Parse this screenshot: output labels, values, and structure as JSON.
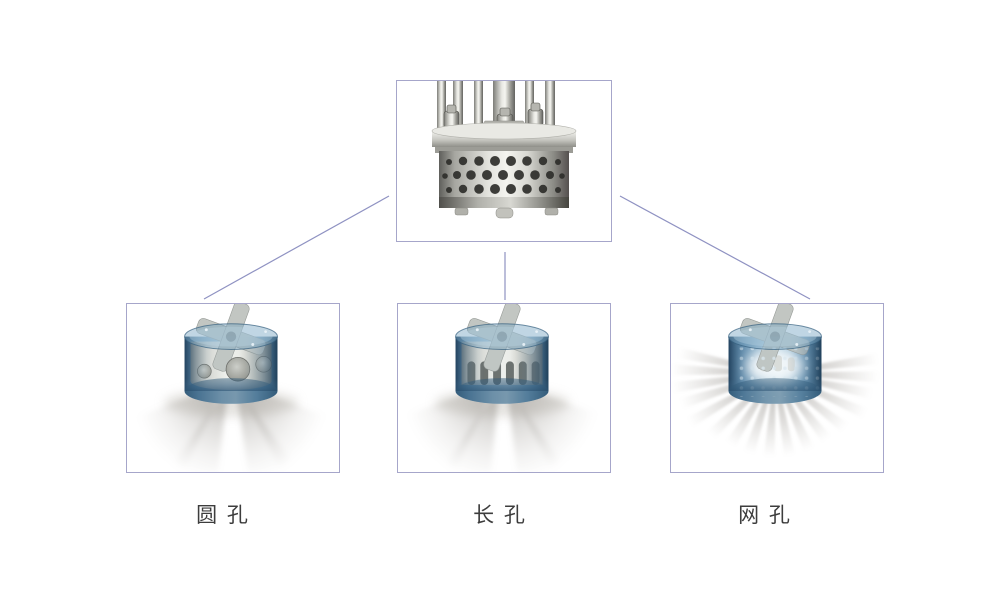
{
  "colors": {
    "background": "#ffffff",
    "box_border": "#a6a6ca",
    "connector": "#8f92c2",
    "label_text": "#3d3d3d",
    "stator_blue_dark": "#2d5878",
    "stator_blue_light": "#bcd6e4",
    "rotor_silver": "#f4f4ef",
    "spray_gray": "#948f88",
    "steel_dark": "#5f5f5b",
    "steel_light": "#f4f4ef"
  },
  "nodes": {
    "root": {
      "name": "stainless-steel-homogenizer-working-head-photo"
    },
    "variants": [
      {
        "id": "round-hole",
        "label": "圆 孔",
        "image": "round-hole-head-with-spray-cones"
      },
      {
        "id": "long-hole",
        "label": "长 孔",
        "image": "long-slot-head-with-spray-cones"
      },
      {
        "id": "mesh-hole",
        "label": "网 孔",
        "image": "mesh-hole-head-with-radial-spray"
      }
    ]
  }
}
